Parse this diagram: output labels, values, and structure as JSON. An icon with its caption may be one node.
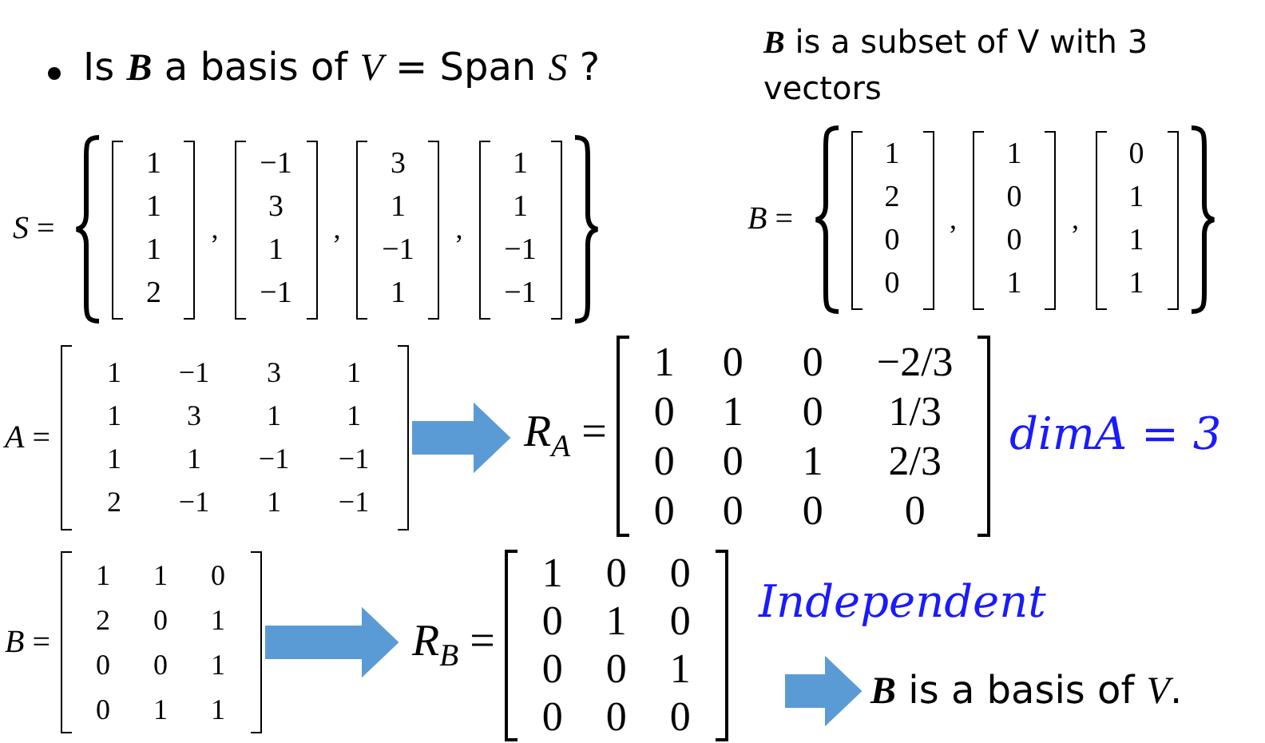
{
  "diagram": {
    "nodes": [
      {
        "text": [
          "*A* =",
          "1",
          "−1",
          "3",
          "1",
          "1",
          "3",
          "1",
          "1",
          "1",
          "1",
          "−1",
          "−1",
          "2",
          "−1",
          "1",
          "−1"
        ]
      },
      {
        "text": [
          "*R*$_{A}$ =",
          "1",
          "0",
          "0",
          "−2/3",
          "0",
          "1",
          "0",
          "1/3",
          "0",
          "0",
          "1",
          "2/3",
          "0",
          "0",
          "0",
          "0"
        ]
      },
      {
        "text": [
          "*B* =",
          "1",
          "1",
          "0",
          "2",
          "0",
          "1",
          "0",
          "0",
          "1",
          "0",
          "1",
          "1"
        ]
      },
      {
        "text": [
          "*R*$_{B}$ =",
          "1",
          "0",
          "0",
          "0",
          "1",
          "0",
          "0",
          "0",
          "1",
          "0",
          "0",
          "0"
        ]
      },
      {
        "text": [
          "**B** is a basis of *V*."
        ]
      }
    ],
    "edges": [
      {
        "from": 0,
        "to": 1,
        "arrow": "to",
        "style": "thick",
        "color": "#5b9bd5"
      },
      {
        "from": 2,
        "to": 3,
        "arrow": "to",
        "style": "thick",
        "color": "#5b9bd5"
      },
      {
        "from": null,
        "to": 4,
        "arrow": "to",
        "style": "thick",
        "color": "#5b9bd5"
      }
    ],
    "labels": [
      "Is **B** a basis of *V* = Span *S* ?",
      "**B** is a subset of V with 3 vectors",
      "*S* =",
      "1",
      "1",
      "1",
      "2",
      ",",
      "−1",
      "3",
      "1",
      "−1",
      ",",
      "3",
      "1",
      "−1",
      "1",
      ",",
      "1",
      "1",
      "−1",
      "−1",
      "*B* =",
      "1",
      "2",
      "0",
      "0",
      ",",
      "1",
      "0",
      "0",
      "1",
      ",",
      "0",
      "1",
      "1",
      "1",
      "dimA = 3",
      "Independent"
    ]
  }
}
